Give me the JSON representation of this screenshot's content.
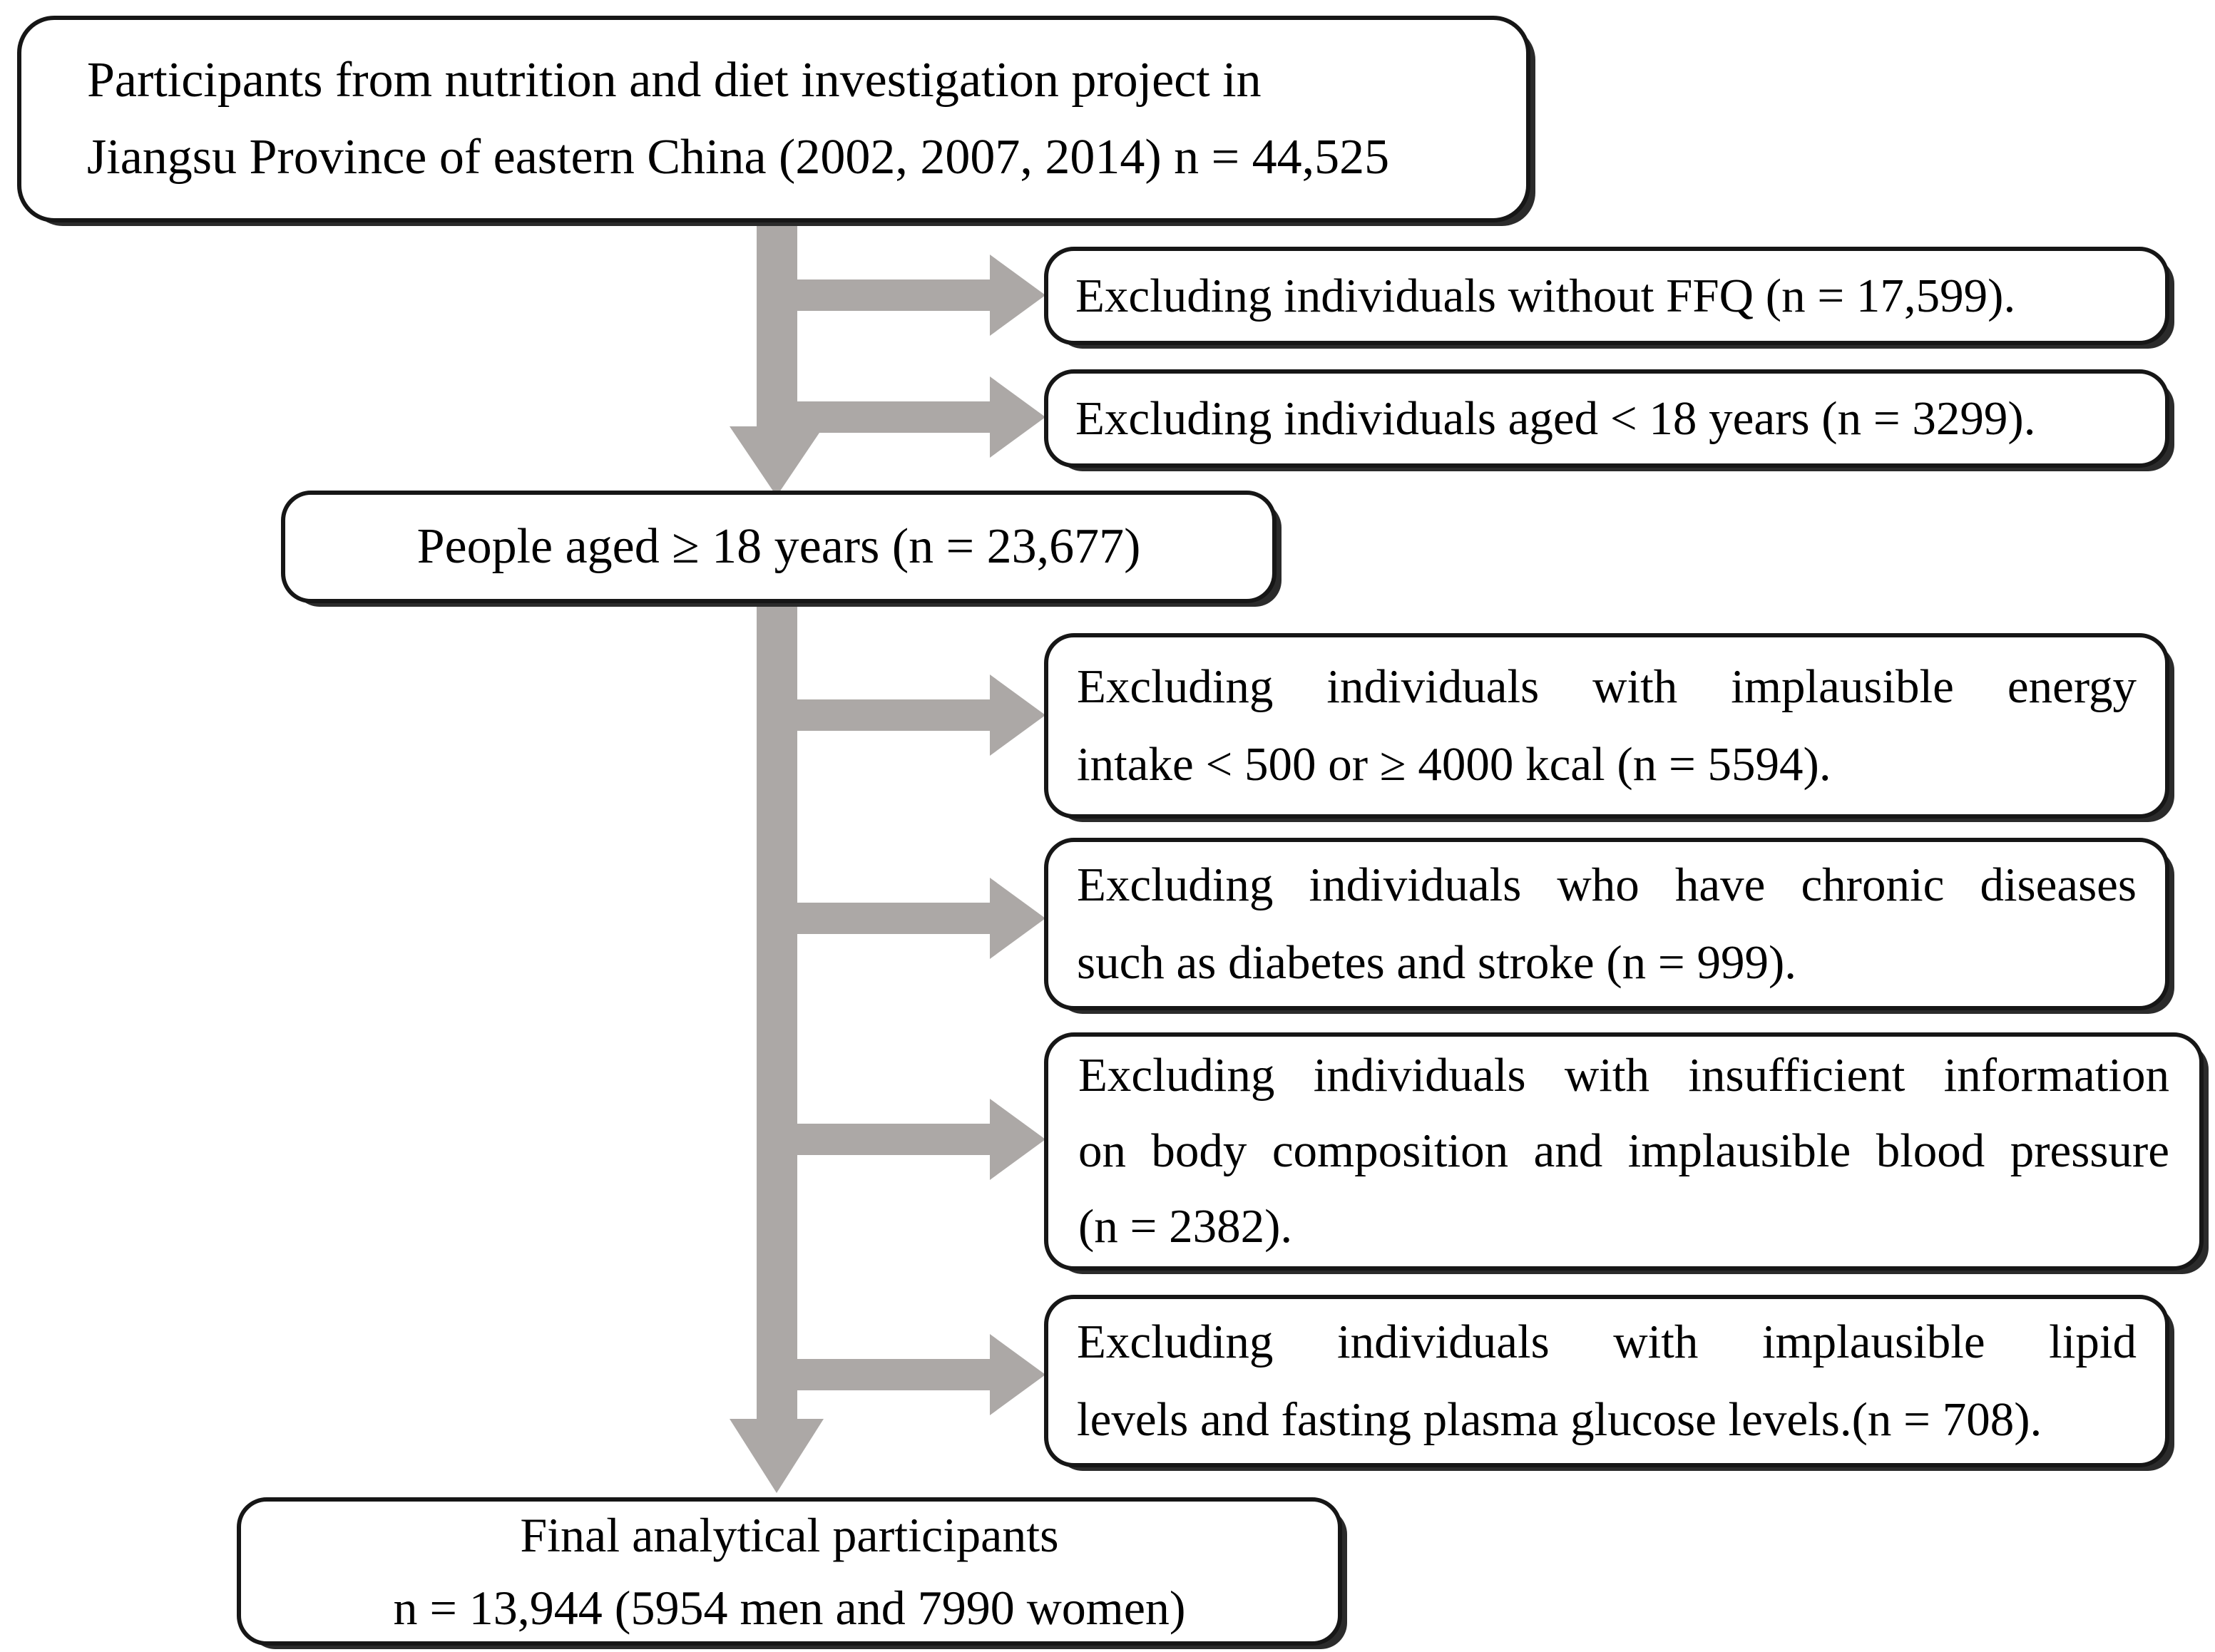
{
  "figure_type": "participant-flow-diagram",
  "colors": {
    "arrow": "#aca8a6",
    "border": "#161616",
    "shadow": "#2b2b2b",
    "background": "#ffffff"
  },
  "boxes": {
    "source": {
      "lines": [
        "Participants from nutrition and diet investigation project in",
        "Jiangsu Province of eastern China (2002, 2007, 2014) n = 44,525"
      ],
      "justify": [
        false,
        false
      ]
    },
    "exclusion_ffq": {
      "lines": [
        "Excluding individuals without FFQ (n = 17,599)."
      ],
      "justify": [
        false
      ]
    },
    "exclusion_age": {
      "lines": [
        "Excluding individuals aged < 18 years (n = 3299)."
      ],
      "justify": [
        false
      ]
    },
    "adults": {
      "lines": [
        "People aged ≥ 18 years (n = 23,677)"
      ],
      "justify": [
        false
      ]
    },
    "exclusion_energy": {
      "lines": [
        "Excluding individuals with implausible energy",
        "intake < 500 or ≥ 4000 kcal (n = 5594)."
      ],
      "justify": [
        true,
        false
      ]
    },
    "exclusion_chronic": {
      "lines": [
        "Excluding individuals who have chronic diseases",
        "such as diabetes and stroke (n = 999)."
      ],
      "justify": [
        true,
        false
      ]
    },
    "exclusion_info": {
      "lines": [
        "Excluding individuals with insufficient information",
        "on body composition and implausible blood pressure",
        "(n = 2382)."
      ],
      "justify": [
        true,
        true,
        false
      ]
    },
    "exclusion_lipid": {
      "lines": [
        "Excluding individuals with implausible lipid",
        "levels and fasting plasma glucose levels.(n = 708)."
      ],
      "justify": [
        true,
        false
      ]
    },
    "final": {
      "lines": [
        "Final analytical participants",
        "n = 13,944 (5954 men and 7990 women)"
      ],
      "justify": [
        false,
        false
      ]
    }
  }
}
